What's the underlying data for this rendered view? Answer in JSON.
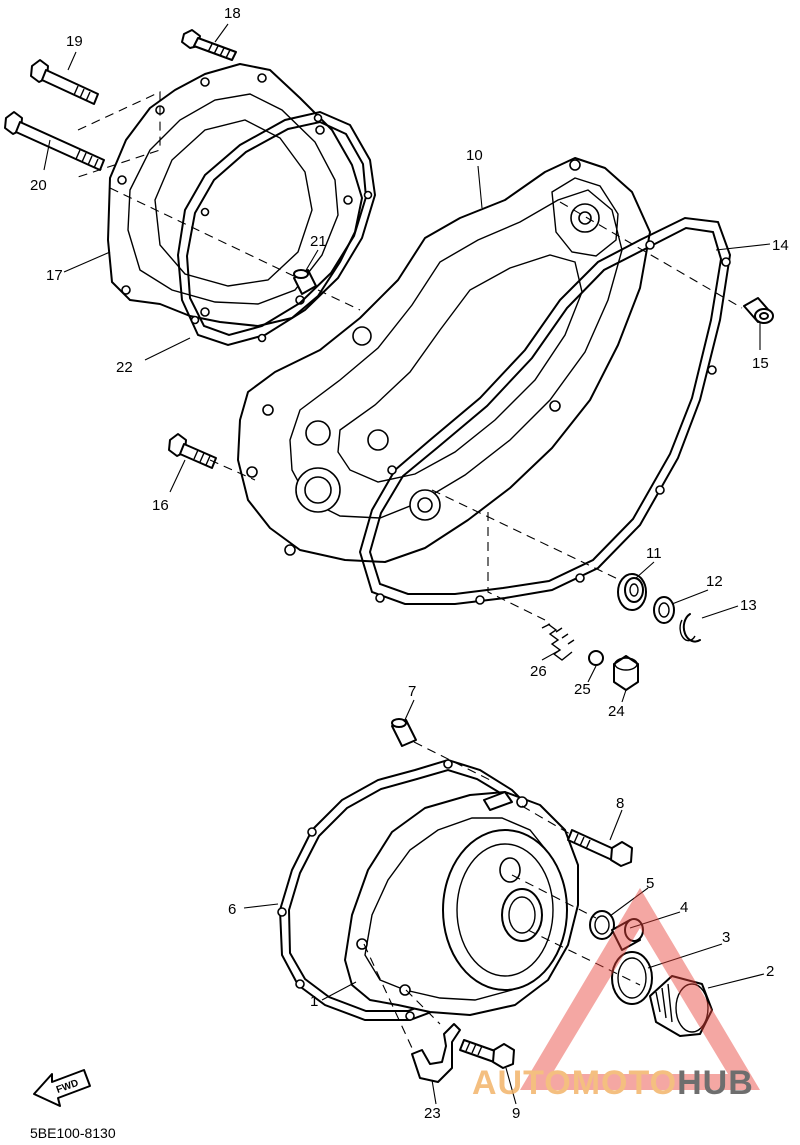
{
  "diagram": {
    "code": "5BE100-8130",
    "fwd_label": "FWD",
    "callouts": {
      "c1": "1",
      "c2": "2",
      "c3": "3",
      "c4": "4",
      "c5": "5",
      "c6": "6",
      "c7": "7",
      "c8": "8",
      "c9": "9",
      "c10": "10",
      "c11": "11",
      "c12": "12",
      "c13": "13",
      "c14": "14",
      "c15": "15",
      "c16": "16",
      "c17": "17",
      "c18": "18",
      "c19": "19",
      "c20": "20",
      "c21": "21",
      "c22": "22",
      "c23": "23",
      "c24": "24",
      "c25": "25",
      "c26": "26"
    }
  },
  "watermark": {
    "part1": "AUTO",
    "part2": "MOTO",
    "part3": "HUB",
    "color_accent": "#e8433a",
    "color_orange": "#f3b46a",
    "color_dark": "#555555"
  }
}
